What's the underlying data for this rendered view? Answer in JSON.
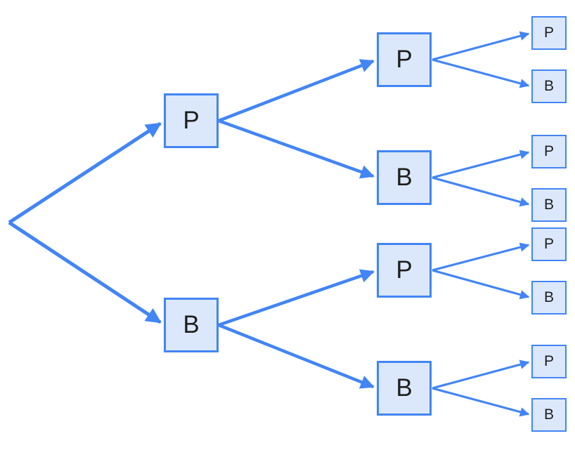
{
  "diagram": {
    "type": "probability-tree",
    "colors": {
      "line": "#4285F4",
      "arrowhead": "#4285F4",
      "node_border": "#4285F4",
      "node_fill": "#DBE8FB",
      "label_text": "#1E1E1E",
      "background": "#FFFFFF"
    },
    "nodes": {
      "level1": [
        {
          "label": "P",
          "children": [
            "P",
            "B"
          ]
        },
        {
          "label": "B",
          "children": [
            "P",
            "B"
          ]
        }
      ],
      "level2": [
        {
          "label": "P",
          "parent": "P",
          "children": [
            "P",
            "B"
          ]
        },
        {
          "label": "B",
          "parent": "P",
          "children": [
            "P",
            "B"
          ]
        },
        {
          "label": "P",
          "parent": "B",
          "children": [
            "P",
            "B"
          ]
        },
        {
          "label": "B",
          "parent": "B",
          "children": [
            "P",
            "B"
          ]
        }
      ],
      "level3": [
        {
          "label": "P",
          "path": "PPP"
        },
        {
          "label": "B",
          "path": "PPB"
        },
        {
          "label": "P",
          "path": "PBP"
        },
        {
          "label": "B",
          "path": "PBB"
        },
        {
          "label": "P",
          "path": "BPP"
        },
        {
          "label": "B",
          "path": "BPB"
        },
        {
          "label": "P",
          "path": "BBP"
        },
        {
          "label": "B",
          "path": "BBB"
        }
      ]
    }
  }
}
